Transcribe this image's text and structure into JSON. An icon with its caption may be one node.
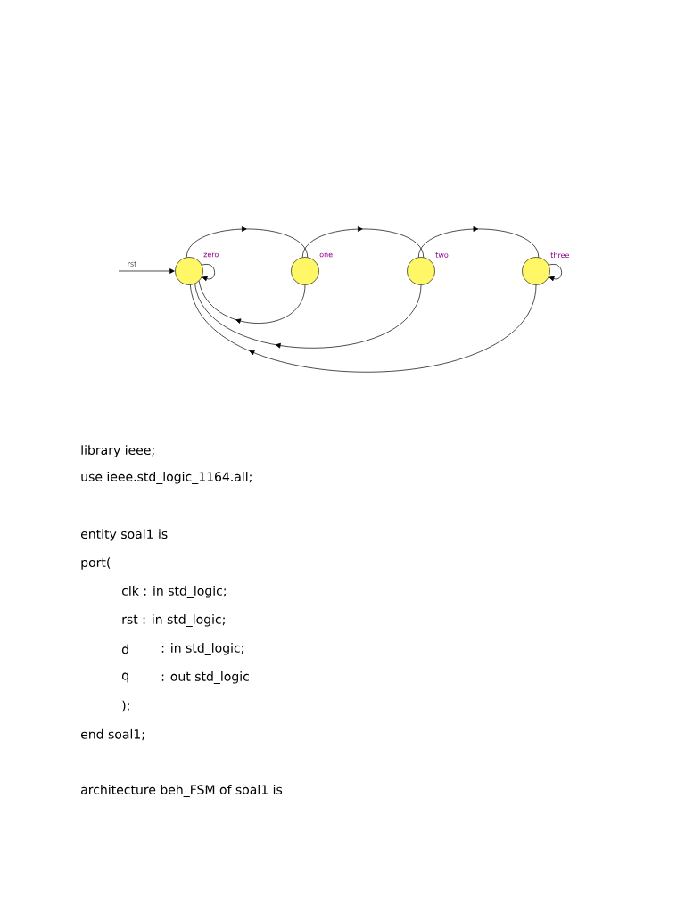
{
  "diagram": {
    "nodes": [
      {
        "text": [],
        "shape": "circle",
        "beside": [
          "zero"
        ]
      },
      {
        "text": [],
        "shape": "circle",
        "beside": [
          "one"
        ]
      },
      {
        "text": [],
        "shape": "circle",
        "beside": [
          "two"
        ]
      },
      {
        "text": [],
        "shape": "circle",
        "beside": [
          "three"
        ]
      }
    ],
    "edges": [
      {
        "from": null,
        "to": 0,
        "arrow": "to",
        "label": "rst"
      },
      {
        "from": 0,
        "to": 0,
        "arrow": "to"
      },
      {
        "from": 0,
        "to": 1,
        "arrow": "to"
      },
      {
        "from": 1,
        "to": 2,
        "arrow": "to"
      },
      {
        "from": 2,
        "to": 3,
        "arrow": "to"
      },
      {
        "from": 3,
        "to": 3,
        "arrow": "to"
      },
      {
        "from": 1,
        "to": 0,
        "arrow": "to"
      },
      {
        "from": 2,
        "to": 0,
        "arrow": "to"
      },
      {
        "from": 3,
        "to": 0,
        "arrow": "to"
      }
    ],
    "labels": [
      "library ieee;",
      "use ieee.std_logic_1164.all;",
      "entity soal1 is",
      "port(",
      "clk : in std_logic;",
      "rst : in std_logic;",
      "d",
      ": in std_logic;",
      "q",
      ": out std_logic",
      ");",
      "end soal1;",
      "architecture beh_FSM of soal1 is"
    ]
  }
}
